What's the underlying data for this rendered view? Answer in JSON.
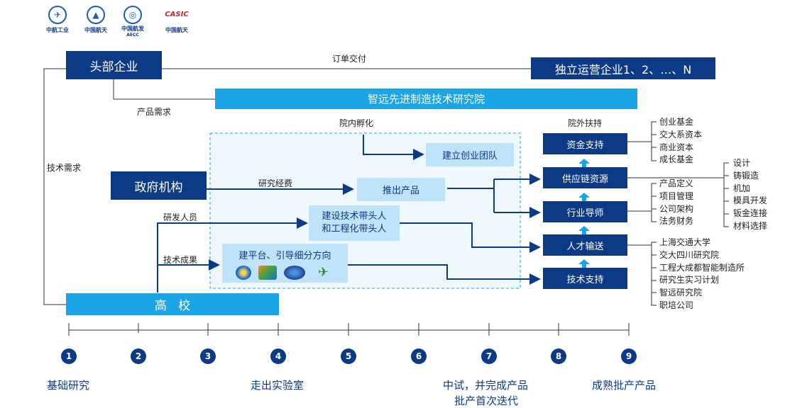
{
  "logos": [
    {
      "name": "中航工业",
      "icon": "avic-icon"
    },
    {
      "name": "中国航天",
      "icon": "casc-icon"
    },
    {
      "name": "中国航发",
      "sub": "AECC",
      "icon": "aecc-icon"
    },
    {
      "name": "中国航天",
      "icon": "casic-icon",
      "mark": "CASIC"
    }
  ],
  "boxes": {
    "head_company": "头部企业",
    "independent": "独立运营企业1、2、…、N",
    "institute": "智远先进制造技术研究院",
    "government": "政府机构",
    "university": "高   校",
    "startup_team": "建立创业团队",
    "launch_product": "推出产品",
    "tech_leaders_1": "建设技术带头人",
    "tech_leaders_2": "和工程化带头人",
    "platform": "建平台、引导细分方向",
    "capital": "资金支持",
    "supply_chain": "供应链资源",
    "industry_mentor": "行业导师",
    "talent": "人才输送",
    "tech_support": "技术支持"
  },
  "labels": {
    "order_delivery": "订单交付",
    "product_demand": "产品需求",
    "tech_demand": "技术需求",
    "incubation": "院内孵化",
    "external_support": "院外扶持",
    "research_funds": "研究经费",
    "rd_staff": "研发人员",
    "tech_results": "技术成果"
  },
  "lists": {
    "capital": [
      "创业基金",
      "交大系资本",
      "商业资本",
      "成长基金"
    ],
    "supply_chain": [
      "设计",
      "铸锻造",
      "机加",
      "模具开发",
      "钣金连接",
      "材料选择"
    ],
    "mentor": [
      "产品定义",
      "项目管理",
      "公司架构",
      "法务财务"
    ],
    "talent": [
      "上海交通大学",
      "交大四川研究院",
      "工程大成都智能制造所",
      "研究生实习计划",
      "智远研究院",
      "职培公司"
    ]
  },
  "stages": {
    "numbers": [
      "1",
      "2",
      "3",
      "4",
      "5",
      "6",
      "7",
      "8",
      "9"
    ],
    "basic_research": "基础研究",
    "out_of_lab": "走出实验室",
    "pilot_1": "中试，并完成产品",
    "pilot_2": "批产首次迭代",
    "mass_production": "成熟批产产品"
  },
  "colors": {
    "navy": "#0d3a84",
    "cyan": "#1aa6e6",
    "light": "#bfe3f8",
    "dashed_bg": "#eef8fd"
  }
}
